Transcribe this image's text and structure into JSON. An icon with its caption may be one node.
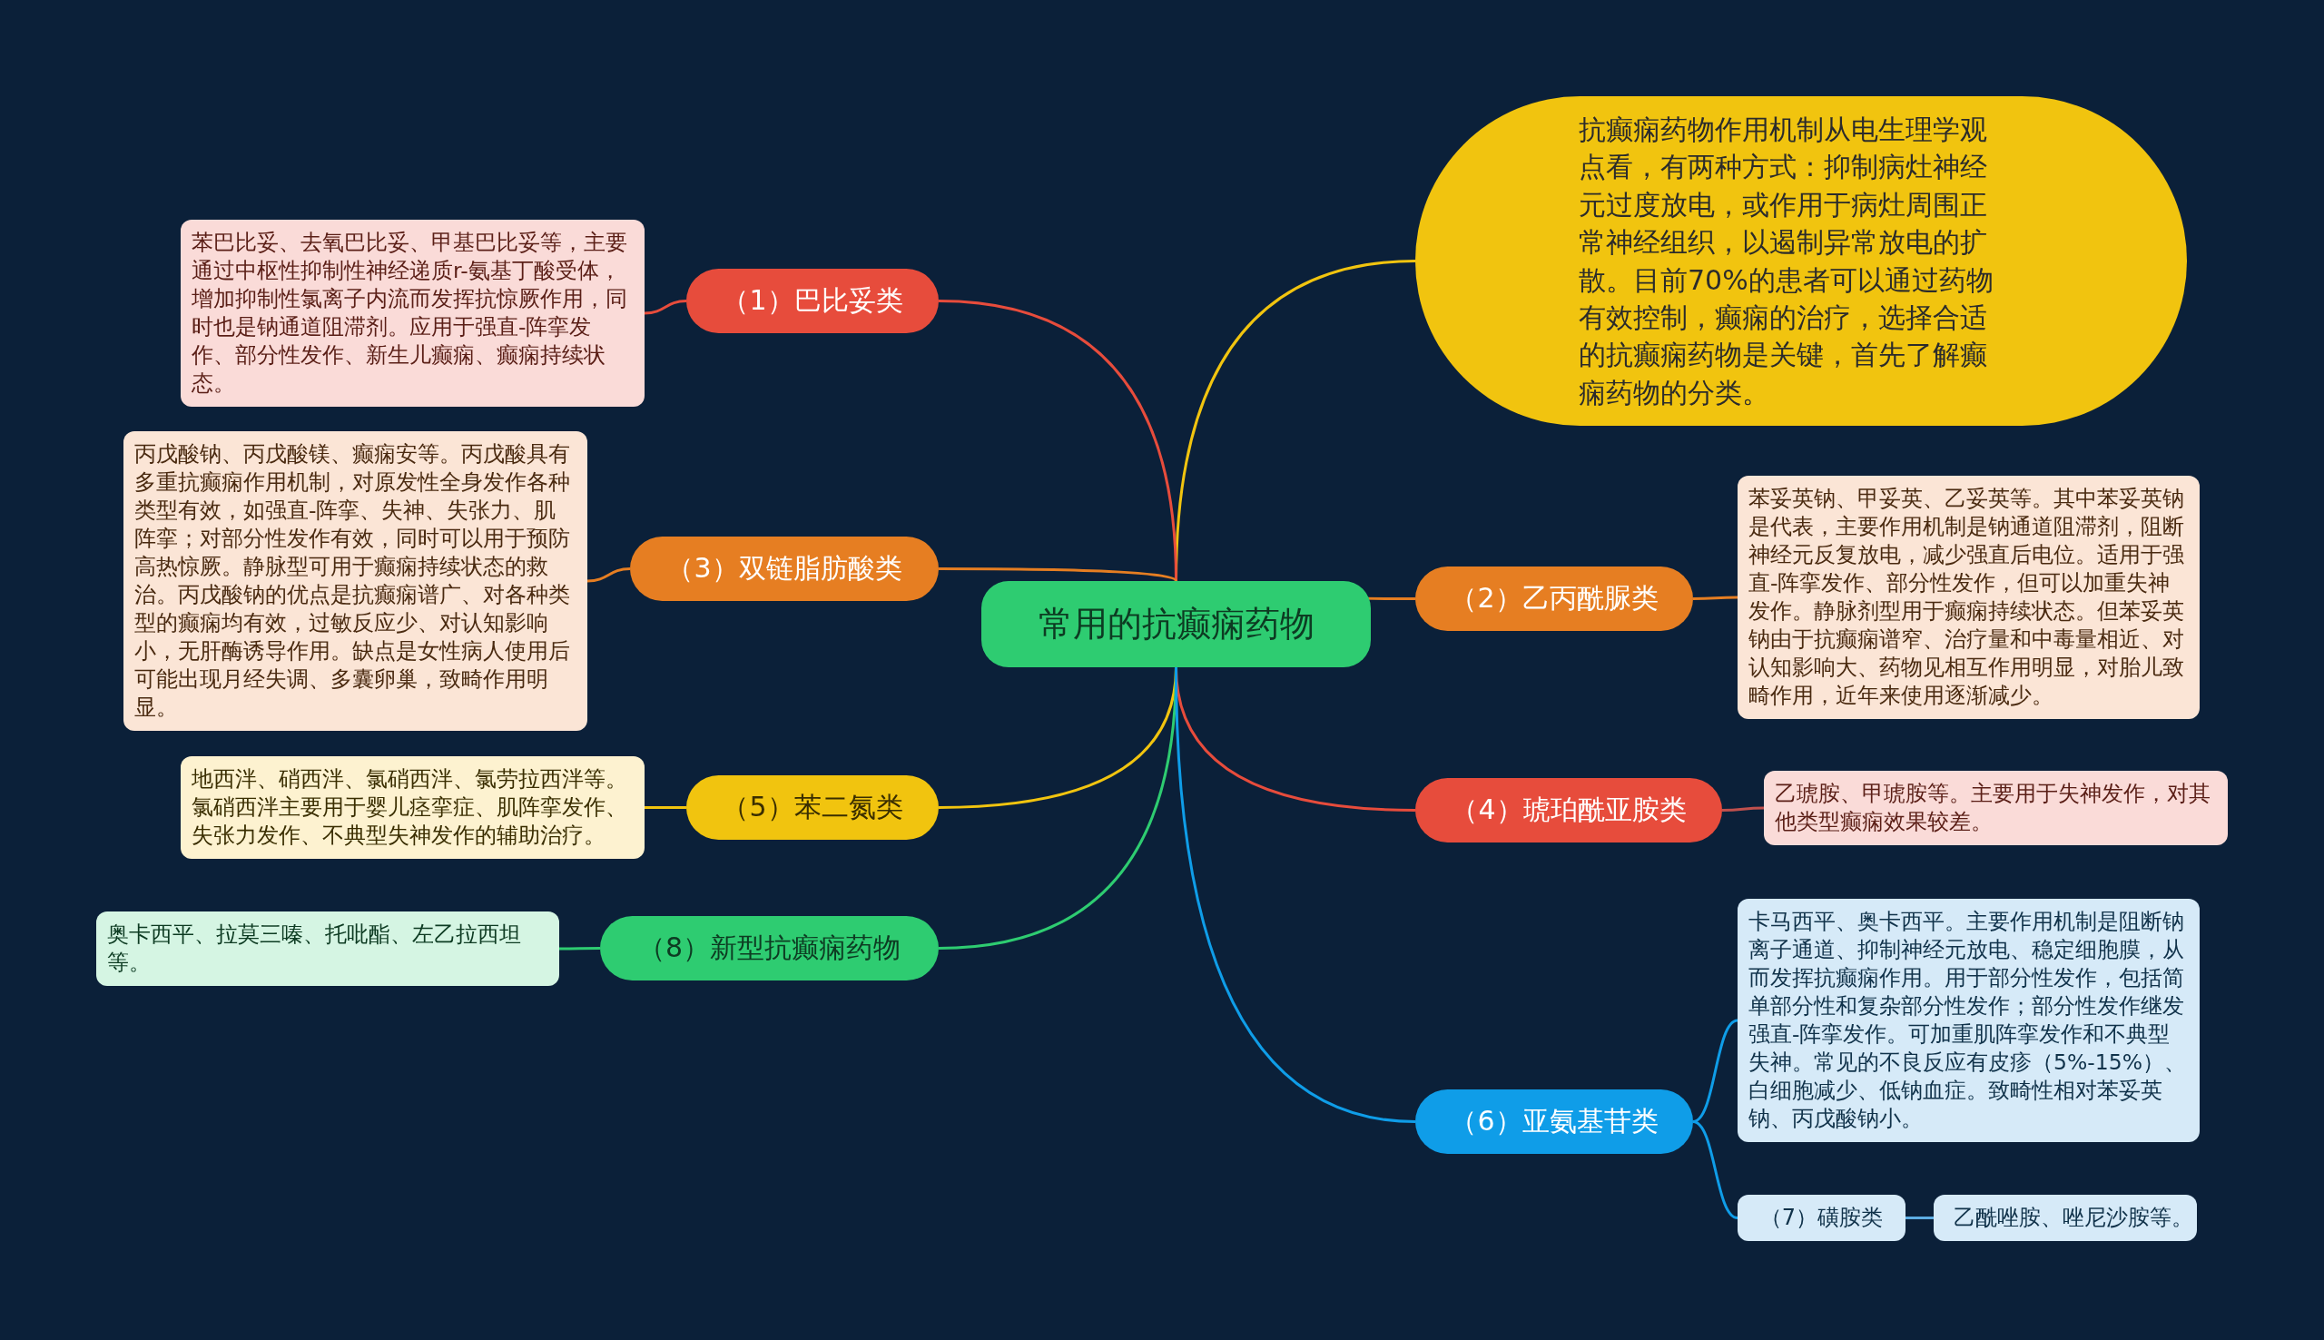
{
  "diagram": {
    "nodes": [
      {
        "text": [
          "常用的抗癫痫药物"
        ]
      },
      {
        "text": [
          "抗癫痫药物作用机制从电生理学观点看，有两种方式：抑制病灶神经元过度放电，或作用于病灶周围正常神经组织，以遏制异常放电的扩散。目前70%的患者可以通过药物有效控制，癫痫的治疗，选择合适的抗癫痫药物是关键，首先了解癫痫药物的分类。"
        ]
      },
      {
        "text": [
          "（1）巴比妥类"
        ]
      },
      {
        "text": [
          "苯巴比妥、去氧巴比妥、甲基巴比妥等，主要通过中枢性抑制性神经递质r-氨基丁酸受体，增加抑制性氯离子内流而发挥抗惊厥作用，同时也是钠通道阻滞剂。应用于强直-阵挛发作、部分性发作、新生儿癫痫、癫痫持续状态。"
        ]
      },
      {
        "text": [
          "（3）双链脂肪酸类"
        ]
      },
      {
        "text": [
          "丙戊酸钠、丙戊酸镁、癫痫安等。丙戊酸具有多重抗癫痫作用机制，对原发性全身发作各种类型有效，如强直-阵挛、失神、失张力、肌阵挛；对部分性发作有效，同时可以用于预防高热惊厥。静脉型可用于癫痫持续状态的救治。丙戊酸钠的优点是抗癫痫谱广、对各种类型的癫痫均有效，过敏反应少、对认知影响小，无肝酶诱导作用。缺点是女性病人使用后可能出现月经失调、多囊卵巢，致畸作用明显。"
        ]
      },
      {
        "text": [
          "（2）乙丙酰脲类"
        ]
      },
      {
        "text": [
          "苯妥英钠、甲妥英、乙妥英等。其中苯妥英钠是代表，主要作用机制是钠通道阻滞剂，阻断神经元反复放电，减少强直后电位。适用于强直-阵挛发作、部分性发作，但可以加重失神发作。静脉剂型用于癫痫持续状态。但苯妥英钠由于抗癫痫谱窄、治疗量和中毒量相近、对认知影响大、药物见相互作用明显，对胎儿致畸作用，近年来使用逐渐减少。"
        ]
      },
      {
        "text": [
          "（4）琥珀酰亚胺类"
        ]
      },
      {
        "text": [
          "乙琥胺、甲琥胺等。主要用于失神发作，对其他类型癫痫效果较差。"
        ]
      },
      {
        "text": [
          "（5）苯二氮类"
        ]
      },
      {
        "text": [
          "地西泮、硝西泮、氯硝西泮、氯劳拉西泮等。氯硝西泮主要用于婴儿痉挛症、肌阵挛发作、失张力发作、不典型失神发作的辅助治疗。"
        ]
      },
      {
        "text": [
          "（8）新型抗癫痫药物"
        ]
      },
      {
        "text": [
          "奥卡西平、拉莫三嗪、托吡酯、左乙拉西坦等。"
        ]
      },
      {
        "text": [
          "（6）亚氨基苷类"
        ]
      },
      {
        "text": [
          "卡马西平、奥卡西平。主要作用机制是阻断钠离子通道、抑制神经元放电、稳定细胞膜，从而发挥抗癫痫作用。用于部分性发作，包括简单部分性和复杂部分性发作；部分性发作继发强直-阵挛发作。可加重肌阵挛发作和不典型失神。常见的不良反应有皮疹（5%-15%）、白细胞减少、低钠血症。致畸性相对苯妥英钠、丙戊酸钠小。"
        ]
      },
      {
        "text": [
          "（7）磺胺类"
        ]
      },
      {
        "text": [
          "乙酰唑胺、唑尼沙胺等。"
        ]
      }
    ],
    "edges": [
      {
        "from": 0,
        "to": 1,
        "arrow": "none",
        "color": "#f1c40f"
      },
      {
        "from": 0,
        "to": 2,
        "arrow": "none",
        "color": "#e74c3c"
      },
      {
        "from": 0,
        "to": 4,
        "arrow": "none",
        "color": "#e67e22"
      },
      {
        "from": 0,
        "to": 6,
        "arrow": "none",
        "color": "#e67e22"
      },
      {
        "from": 0,
        "to": 8,
        "arrow": "none",
        "color": "#e74c3c"
      },
      {
        "from": 0,
        "to": 10,
        "arrow": "none",
        "color": "#f1c40f"
      },
      {
        "from": 0,
        "to": 12,
        "arrow": "none",
        "color": "#2ecc71"
      },
      {
        "from": 0,
        "to": 14,
        "arrow": "none",
        "color": "#0f9de8"
      },
      {
        "from": 2,
        "to": 3,
        "arrow": "none",
        "color": "#e74c3c"
      },
      {
        "from": 4,
        "to": 5,
        "arrow": "none",
        "color": "#e67e22"
      },
      {
        "from": 6,
        "to": 7,
        "arrow": "none",
        "color": "#e67e22"
      },
      {
        "from": 8,
        "to": 9,
        "arrow": "none",
        "color": "#c0504d"
      },
      {
        "from": 10,
        "to": 11,
        "arrow": "none",
        "color": "#f1c40f"
      },
      {
        "from": 12,
        "to": 13,
        "arrow": "none",
        "color": "#2ecc71"
      },
      {
        "from": 14,
        "to": 15,
        "arrow": "none",
        "color": "#0f9de8"
      },
      {
        "from": 14,
        "to": 16,
        "arrow": "none",
        "color": "#0f9de8"
      },
      {
        "from": 16,
        "to": 17,
        "arrow": "none",
        "color": "#5dade2"
      }
    ]
  }
}
